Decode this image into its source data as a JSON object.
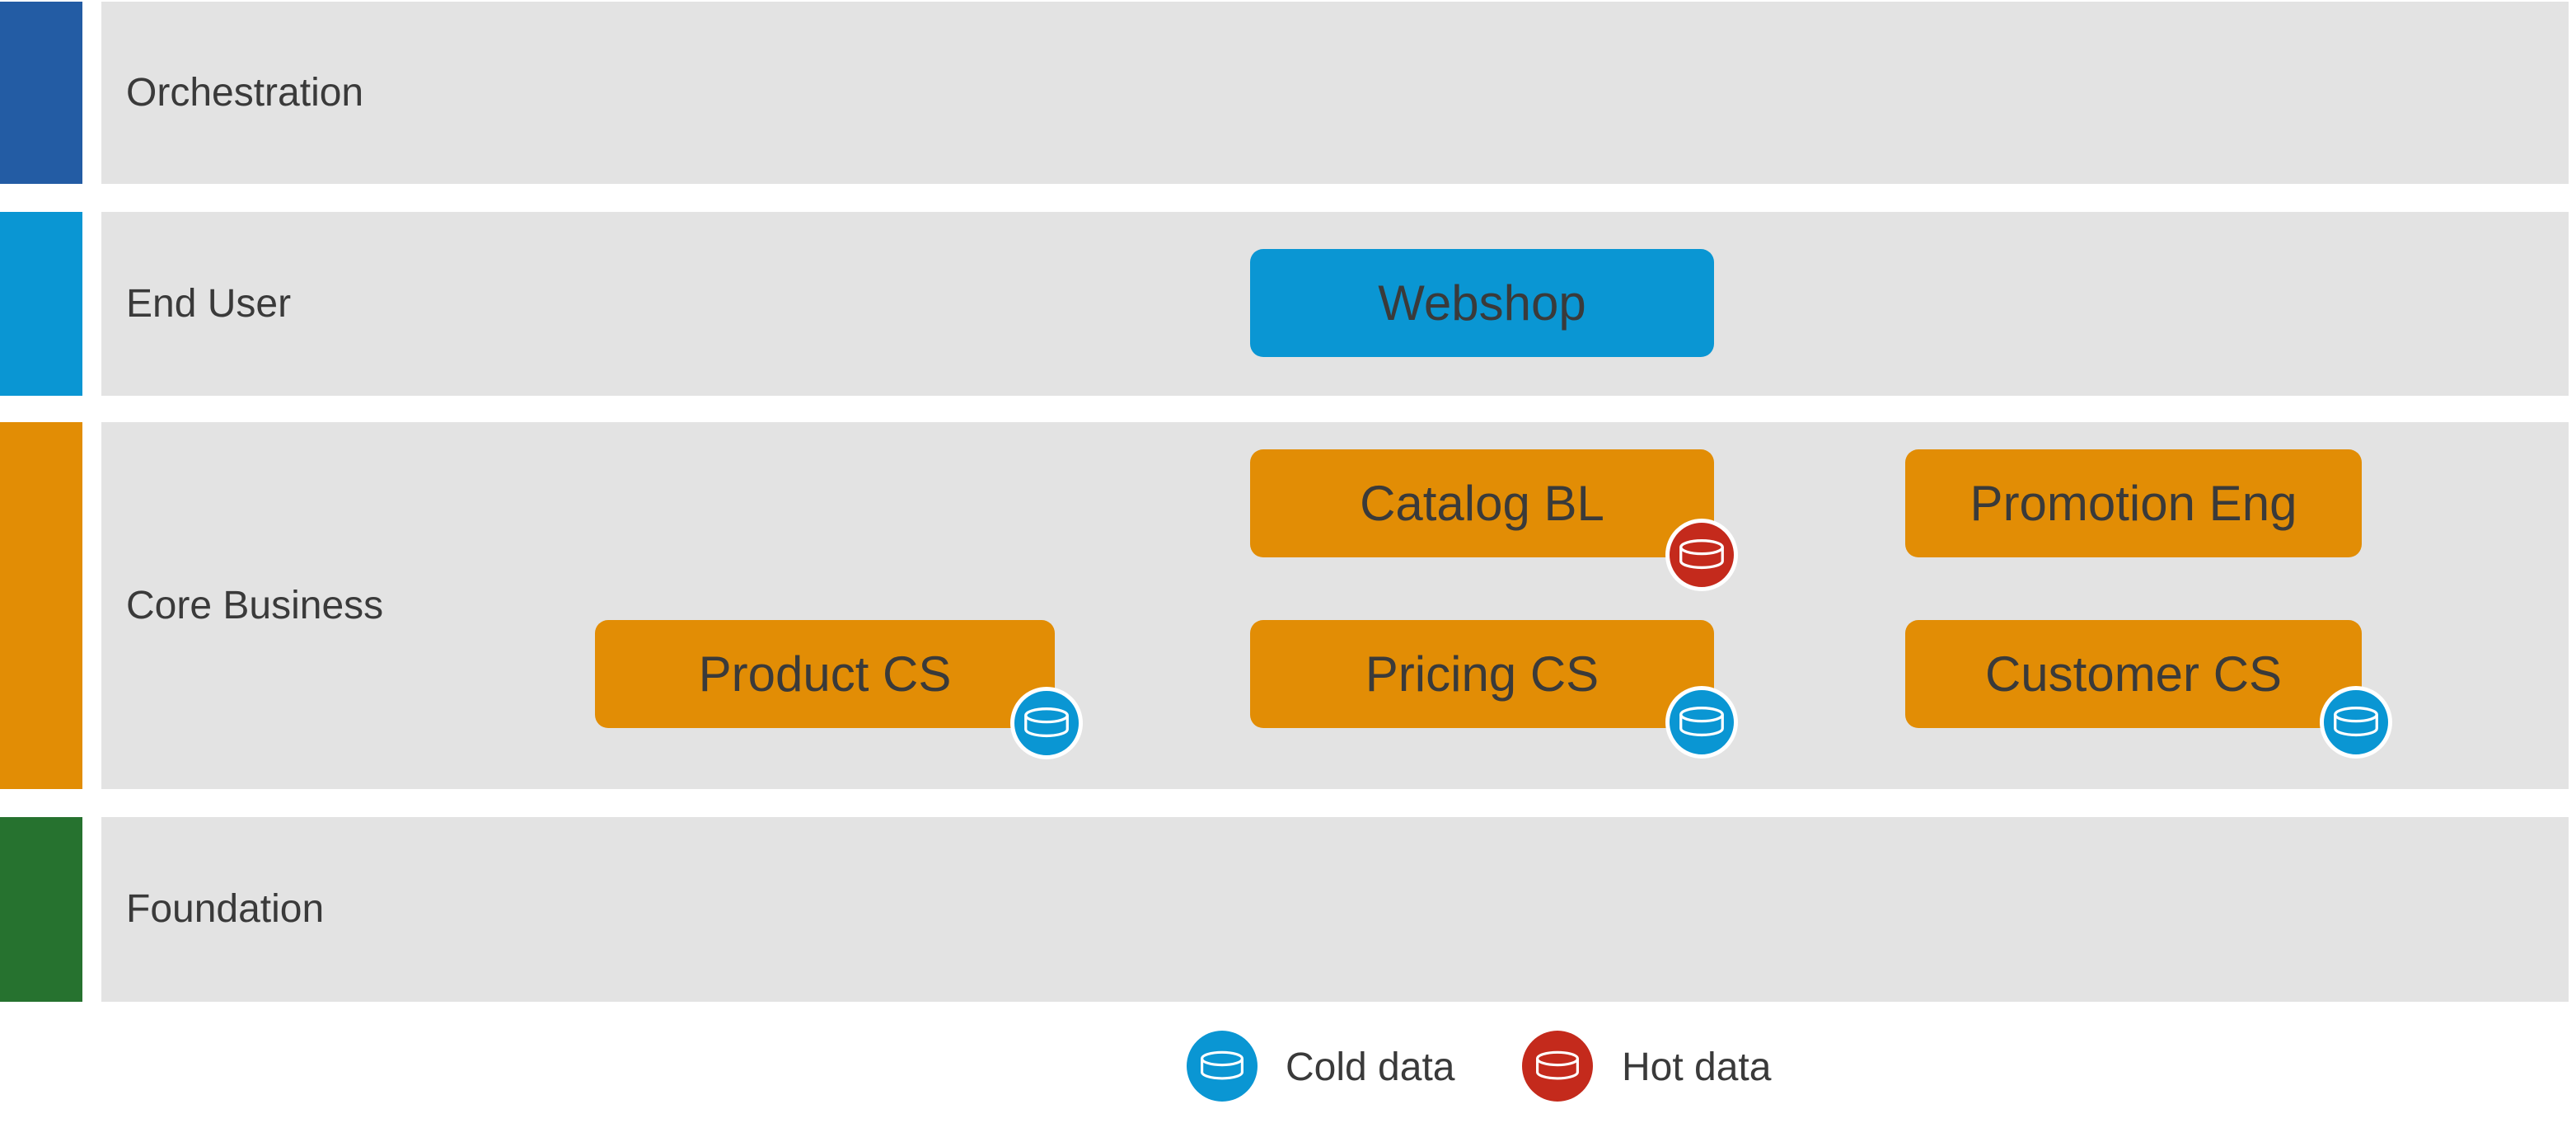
{
  "colors": {
    "band-bg": "#e3e3e3",
    "tab-orchestration": "#235ca4",
    "tab-enduser": "#0a96d3",
    "tab-core": "#e28d05",
    "tab-foundation": "#26722f",
    "box-blue": "#0a96d3",
    "box-orange": "#e28d05",
    "badge-cold": "#0a96d3",
    "badge-hot": "#c42a1c",
    "text": "#3a3a3a",
    "page-bg": "#ffffff"
  },
  "layers": [
    {
      "id": "orchestration",
      "label": "Orchestration"
    },
    {
      "id": "end-user",
      "label": "End User"
    },
    {
      "id": "core-business",
      "label": "Core Business"
    },
    {
      "id": "foundation",
      "label": "Foundation"
    }
  ],
  "boxes": [
    {
      "id": "webshop",
      "label": "Webshop",
      "layer": "end-user",
      "variant": "blue",
      "badge": null
    },
    {
      "id": "catalog-bl",
      "label": "Catalog BL",
      "layer": "core-business",
      "variant": "orange",
      "badge": "hot"
    },
    {
      "id": "promotion-eng",
      "label": "Promotion Eng",
      "layer": "core-business",
      "variant": "orange",
      "badge": null
    },
    {
      "id": "product-cs",
      "label": "Product CS",
      "layer": "core-business",
      "variant": "orange",
      "badge": "cold"
    },
    {
      "id": "pricing-cs",
      "label": "Pricing CS",
      "layer": "core-business",
      "variant": "orange",
      "badge": "cold"
    },
    {
      "id": "customer-cs",
      "label": "Customer CS",
      "layer": "core-business",
      "variant": "orange",
      "badge": "cold"
    }
  ],
  "legend": {
    "items": [
      {
        "id": "cold",
        "label": "Cold data"
      },
      {
        "id": "hot",
        "label": "Hot data"
      }
    ]
  }
}
